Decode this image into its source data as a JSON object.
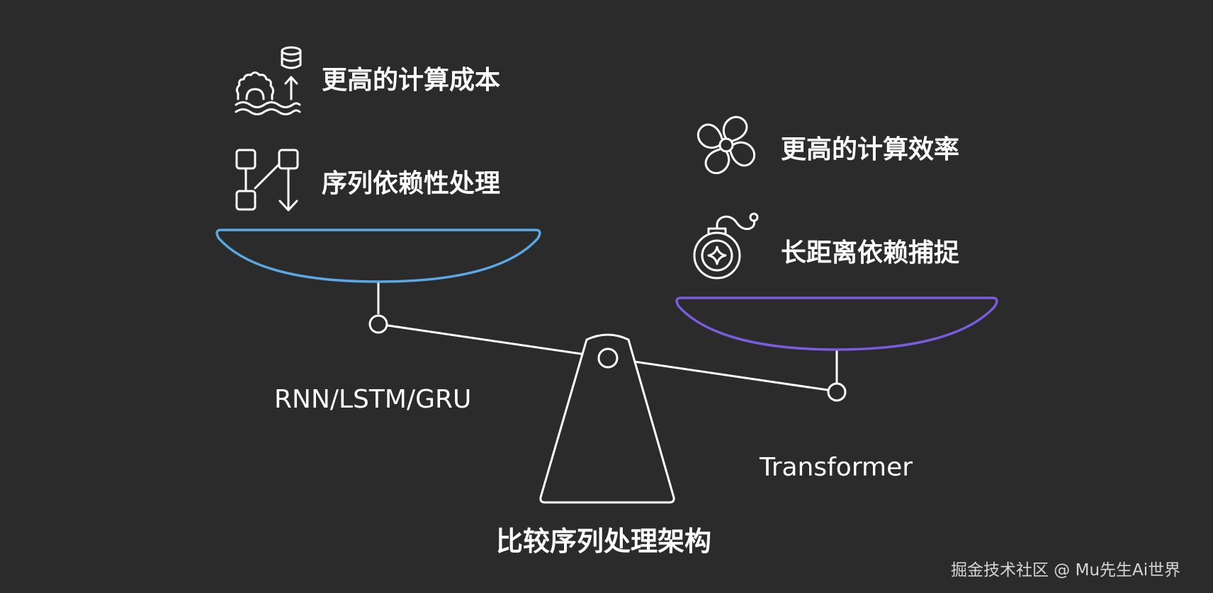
{
  "title": "比较序列处理架构",
  "left": {
    "name": "RNN/LSTM/GRU",
    "features": [
      {
        "text": "更高的计算成本",
        "icon": "gear-database-cost-icon"
      },
      {
        "text": "序列依赖性处理",
        "icon": "flowchart-sequence-icon"
      }
    ],
    "pan_color": "#5aa9e6"
  },
  "right": {
    "name": "Transformer",
    "features": [
      {
        "text": "更高的计算效率",
        "icon": "fan-efficiency-icon"
      },
      {
        "text": "长距离依赖捕捉",
        "icon": "target-capture-icon"
      }
    ],
    "pan_color": "#7b5ce0"
  },
  "watermark": "掘金技术社区 @ Mu先生Ai世界",
  "colors": {
    "background": "#2b2b2b",
    "line": "#ffffff"
  }
}
